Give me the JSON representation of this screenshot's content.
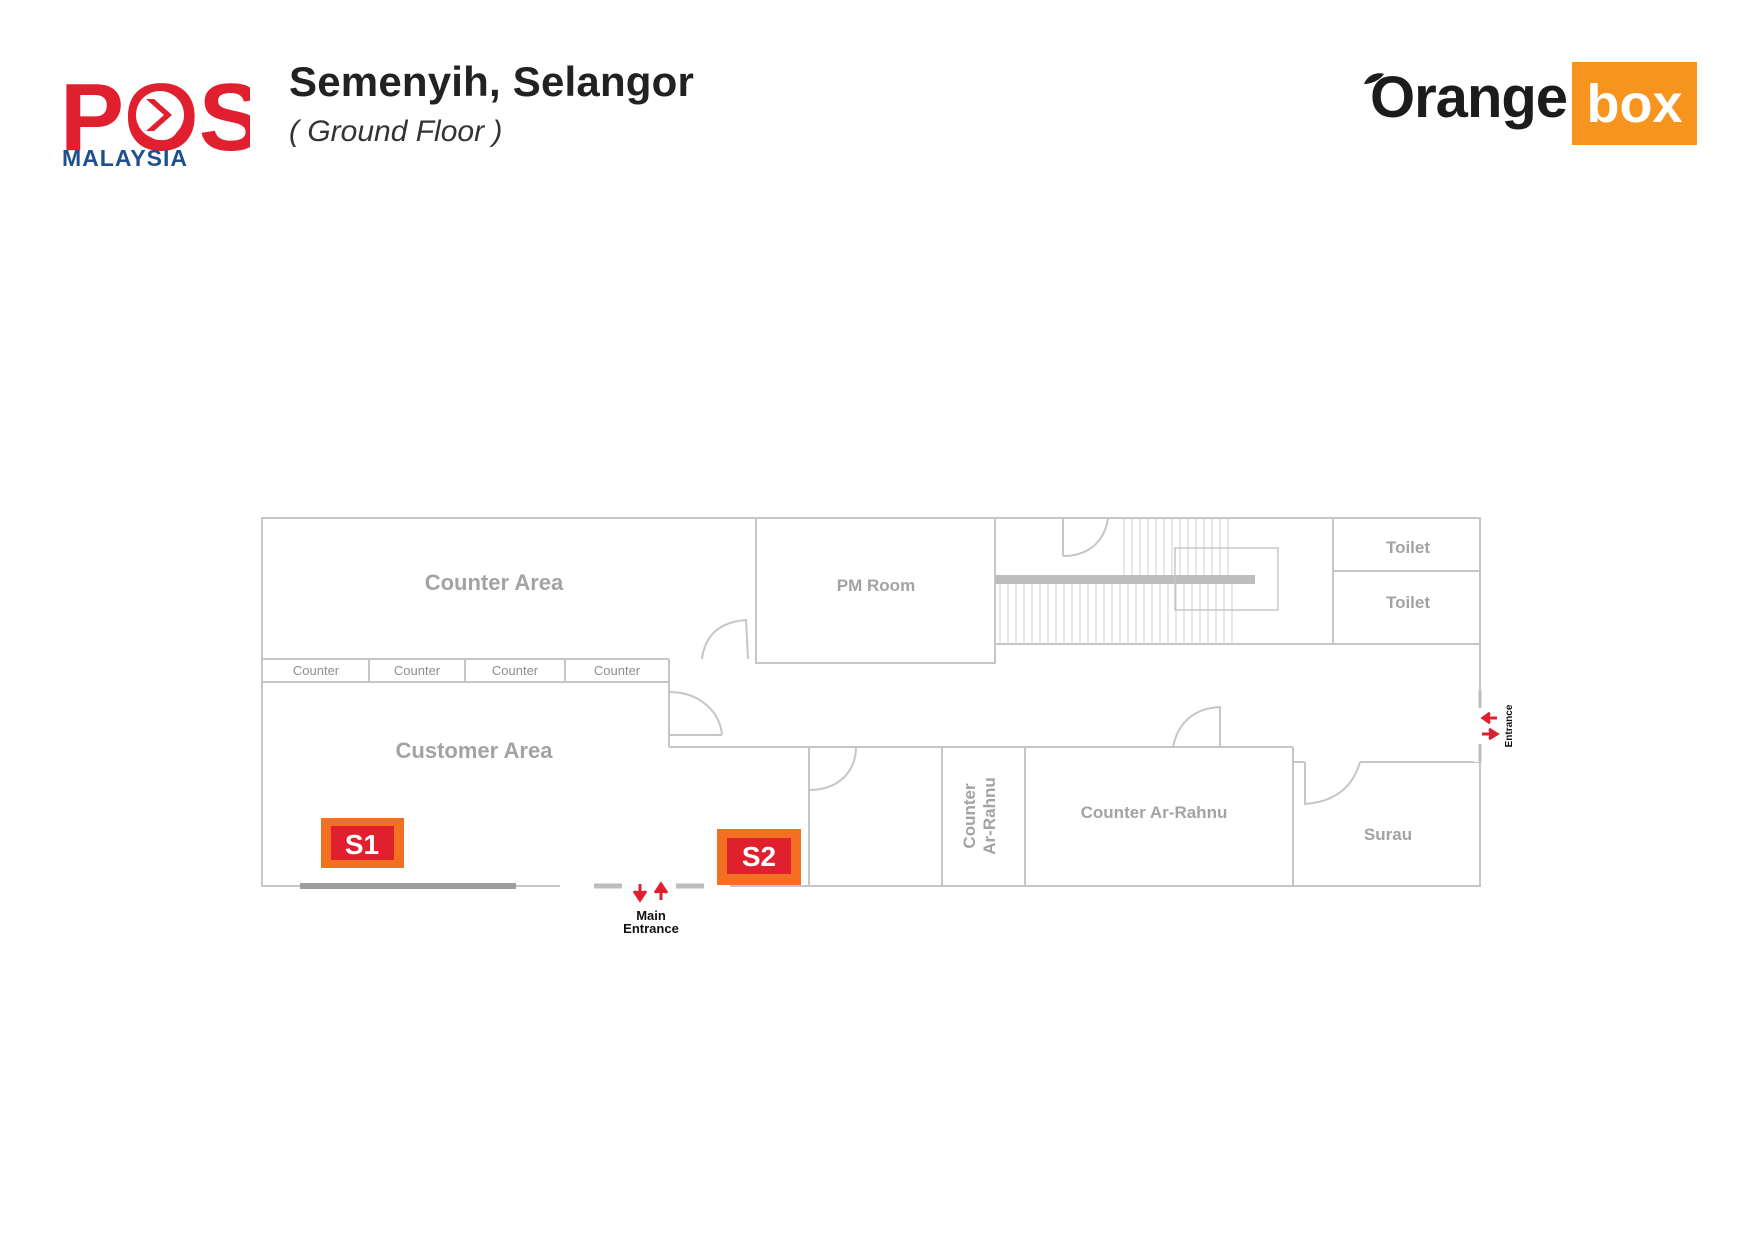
{
  "header": {
    "title": "Semenyih, Selangor",
    "subtitle": "( Ground Floor )"
  },
  "logos": {
    "pos": {
      "wordmark": "POS",
      "tagline": "MALAYSIA",
      "color": "#e0202e",
      "tagline_color": "#1d4f91"
    },
    "orangebox": {
      "word1": "Orange",
      "word2": "box",
      "accent": "#f7941d"
    }
  },
  "floorplan": {
    "rooms": {
      "counter_area": "Counter Area",
      "customer_area": "Customer Area",
      "pm_room": "PM Room",
      "toilet_1": "Toilet",
      "toilet_2": "Toilet",
      "counter_ar_rahnu_vertical_1": "Counter",
      "counter_ar_rahnu_vertical_2": "Ar-Rahnu",
      "counter_ar_rahnu": "Counter Ar-Rahnu",
      "surau": "Surau"
    },
    "counters": [
      "Counter",
      "Counter",
      "Counter",
      "Counter"
    ],
    "markers": [
      {
        "id": "S1",
        "label": "S1"
      },
      {
        "id": "S2",
        "label": "S2"
      }
    ],
    "entrances": {
      "main_line1": "Main",
      "main_line2": "Entrance",
      "side": "Entrance"
    },
    "colors": {
      "wall": "#c6c6c6",
      "marker_outer": "#f36f21",
      "marker_inner": "#e0202e",
      "arrow": "#e0202e"
    }
  }
}
